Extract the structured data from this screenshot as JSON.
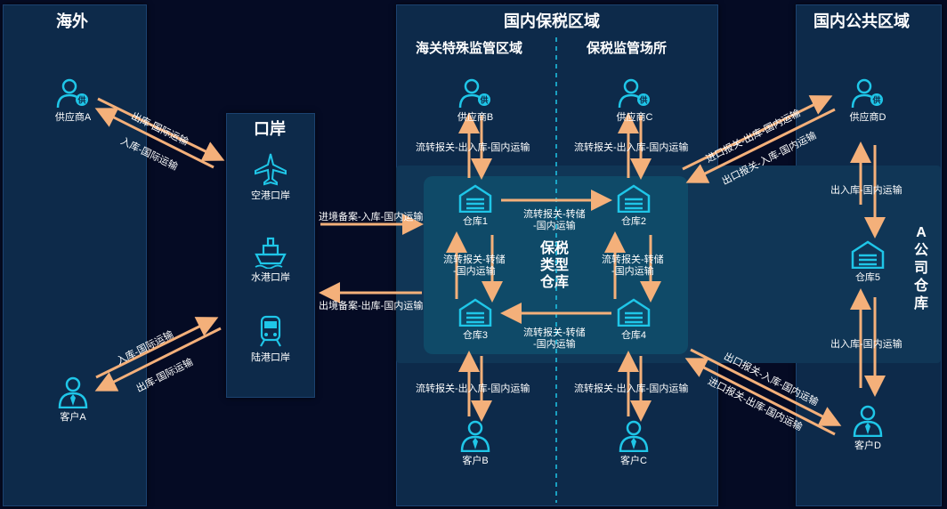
{
  "colors": {
    "arrow": "#f4b07a",
    "icon": "#1fc6e8",
    "panel": "#0d2a4a",
    "bg": "#050b24",
    "bonded": "#0f4a68"
  },
  "regions": {
    "overseas": "海外",
    "port": "口岸",
    "domestic_bonded": "国内保税区域",
    "customs_special": "海关特殊监管区域",
    "bonded_site": "保税监管场所",
    "domestic_public": "国内公共区域",
    "bonded_warehouse_type": "保税\n类型\n仓库",
    "company_warehouse": "A\n公\n司\n仓\n库"
  },
  "nodes": {
    "supplierA": {
      "label": "供应商A",
      "icon": "supplier-icon"
    },
    "customerA": {
      "label": "客户A",
      "icon": "customer-icon"
    },
    "airport": {
      "label": "空港口岸",
      "icon": "airplane-icon"
    },
    "seaport": {
      "label": "水港口岸",
      "icon": "ship-icon"
    },
    "landport": {
      "label": "陆港口岸",
      "icon": "train-icon"
    },
    "supplierB": {
      "label": "供应商B",
      "icon": "supplier-icon"
    },
    "supplierC": {
      "label": "供应商C",
      "icon": "supplier-icon"
    },
    "wh1": {
      "label": "仓库1",
      "icon": "warehouse-icon"
    },
    "wh2": {
      "label": "仓库2",
      "icon": "warehouse-icon"
    },
    "wh3": {
      "label": "仓库3",
      "icon": "warehouse-icon"
    },
    "wh4": {
      "label": "仓库4",
      "icon": "warehouse-icon"
    },
    "customerB": {
      "label": "客户B",
      "icon": "customer-icon"
    },
    "customerC": {
      "label": "客户C",
      "icon": "customer-icon"
    },
    "supplierD": {
      "label": "供应商D",
      "icon": "supplier-icon"
    },
    "wh5": {
      "label": "仓库5",
      "icon": "warehouse-icon"
    },
    "customerD": {
      "label": "客户D",
      "icon": "customer-icon"
    }
  },
  "flows": {
    "outbound_intl_1": "出库-国际运输",
    "inbound_intl_1": "入库-国际运输",
    "inbound_intl_2": "入库-国际运输",
    "outbound_intl_2": "出库-国际运输",
    "entry_filing": "进境备案-入库-国内运输",
    "exit_filing": "出境备案-出库-国内运输",
    "transfer_B_top": "流转报关-出入库-国内运输",
    "transfer_C_top": "流转报关-出入库-国内运输",
    "transfer_B_bottom": "流转报关-出入库-国内运输",
    "transfer_C_bottom": "流转报关-出入库-国内运输",
    "wh12": "流转报关-转储\n-国内运输",
    "wh13": "流转报关-转储\n-国内运输",
    "wh24": "流转报关-转储\n-国内运输",
    "wh43": "流转报关-转储\n-国内运输",
    "export_out": "进口报关-出库-国内运输",
    "export_in": "出口报关-入库-国内运输",
    "d_top": "出入库-国内运输",
    "d_bottom": "出入库-国内运输",
    "export_in_2": "出口报关-入库-国内运输",
    "import_out_2": "进口报关-出库-国内运输"
  }
}
